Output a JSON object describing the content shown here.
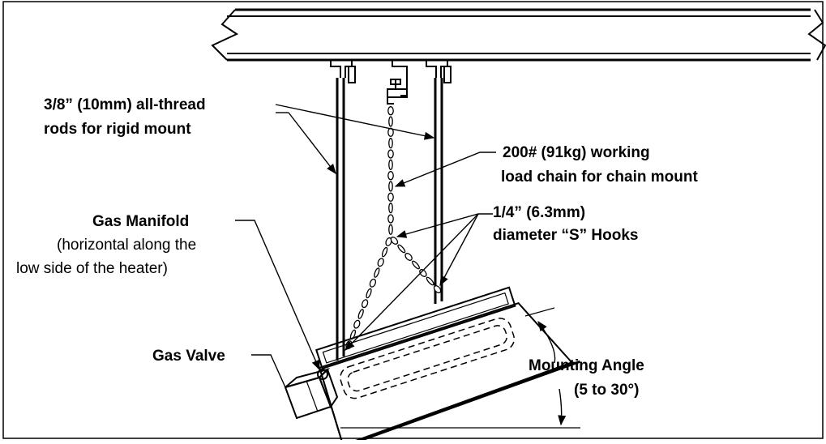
{
  "labels": {
    "rods_line1": "3/8” (10mm) all-thread",
    "rods_line2": "rods for rigid mount",
    "chain_line1": "200# (91kg) working",
    "chain_line2": "load chain for chain mount",
    "hooks_line1": "1/4” (6.3mm)",
    "hooks_line2": "diameter “S” Hooks",
    "manifold_title": "Gas Manifold",
    "manifold_line1": "(horizontal along the",
    "manifold_line2": "low side of the heater)",
    "valve": "Gas Valve",
    "angle_line1": "Mounting Angle",
    "angle_line2": "(5 to 30°)"
  }
}
